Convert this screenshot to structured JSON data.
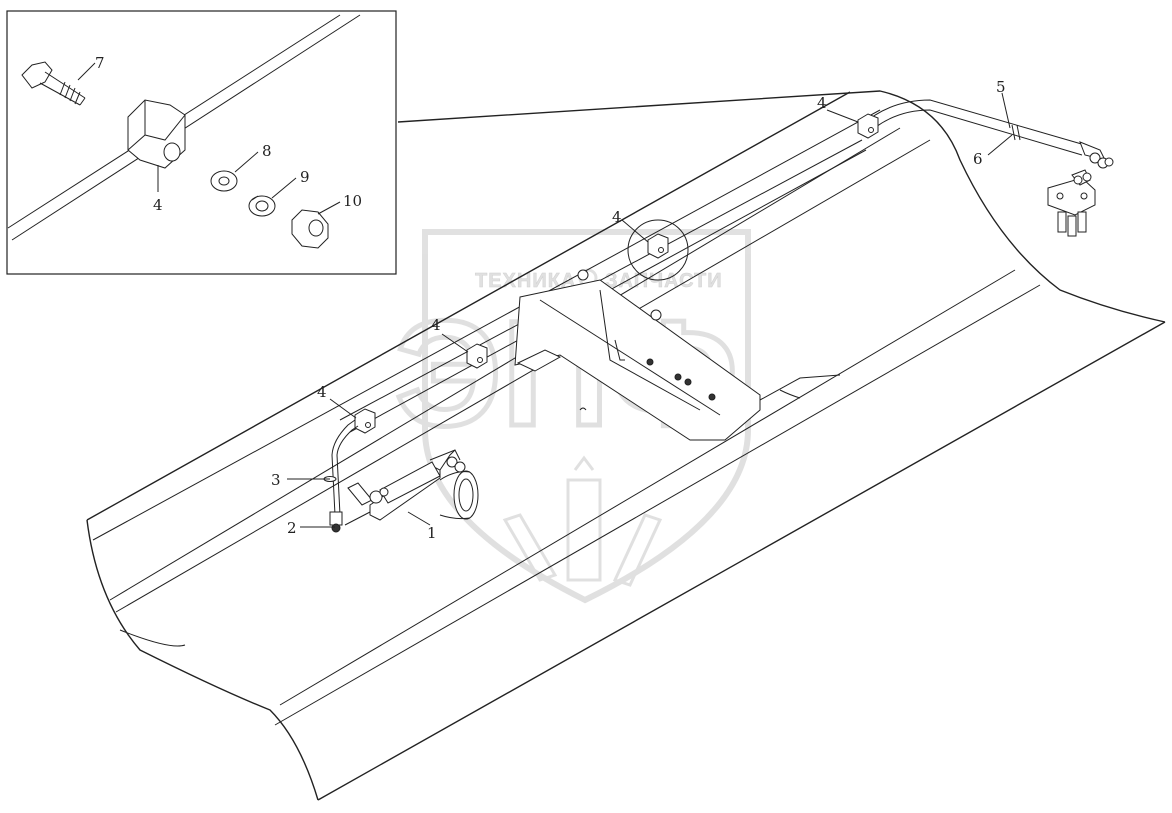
{
  "watermark": {
    "line1": "ТЕХНИКА",
    "line2": "ЗАПЧАСТИ",
    "big": "ЭПФ",
    "color": "#c8c8c8"
  },
  "labels": {
    "main": [
      {
        "id": "1",
        "text": "1"
      },
      {
        "id": "2",
        "text": "2"
      },
      {
        "id": "3",
        "text": "3"
      },
      {
        "id": "4a",
        "text": "4"
      },
      {
        "id": "4b",
        "text": "4"
      },
      {
        "id": "4c",
        "text": "4"
      },
      {
        "id": "4d",
        "text": "4"
      },
      {
        "id": "5",
        "text": "5"
      },
      {
        "id": "6",
        "text": "6"
      }
    ],
    "inset": [
      {
        "id": "7",
        "text": "7"
      },
      {
        "id": "8",
        "text": "8"
      },
      {
        "id": "9",
        "text": "9"
      },
      {
        "id": "10",
        "text": "10"
      },
      {
        "id": "4i",
        "text": "4"
      }
    ]
  },
  "colors": {
    "line": "#222222",
    "background": "#ffffff"
  }
}
